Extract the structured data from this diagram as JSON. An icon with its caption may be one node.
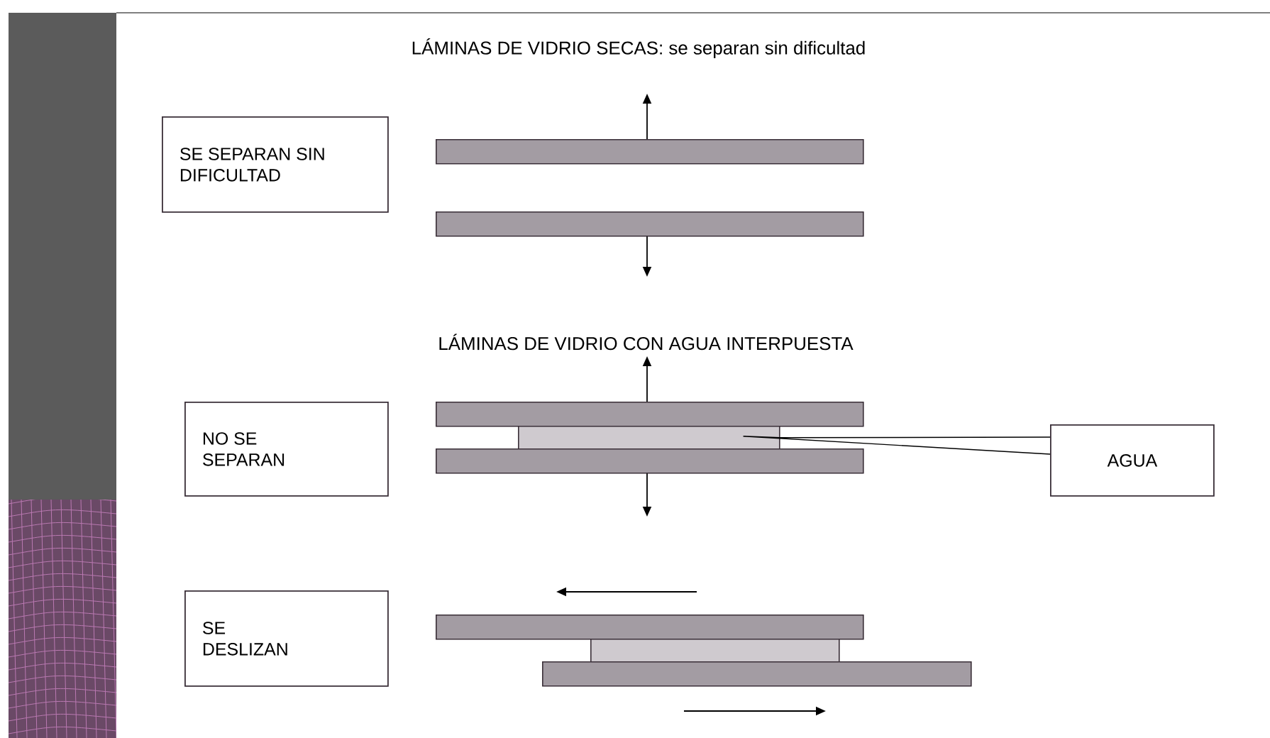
{
  "diagram": {
    "nodes": [
      {
        "text": [
          "SE SEPARAN SIN DIFICULTAD"
        ]
      },
      {
        "text": [],
        "shape": "bar"
      },
      {
        "text": [],
        "shape": "bar"
      },
      {
        "text": [
          "NO SE SEPARAN"
        ]
      },
      {
        "text": [],
        "shape": "bar"
      },
      {
        "text": [],
        "shape": "bar"
      },
      {
        "text": [],
        "shape": "bar"
      },
      {
        "text": [
          "AGUA"
        ]
      },
      {
        "text": [
          "SE DESLIZAN"
        ]
      },
      {
        "text": [],
        "shape": "bar"
      },
      {
        "text": [],
        "shape": "bar"
      },
      {
        "text": [],
        "shape": "bar"
      }
    ],
    "edges": [
      {
        "from": 7,
        "to": 5,
        "arrow": "none"
      }
    ],
    "labels": [
      "LÁMINAS DE VIDRIO SECAS: se separan sin dificultad",
      "LÁMINAS DE VIDRIO CON AGUA INTERPUESTA"
    ]
  }
}
